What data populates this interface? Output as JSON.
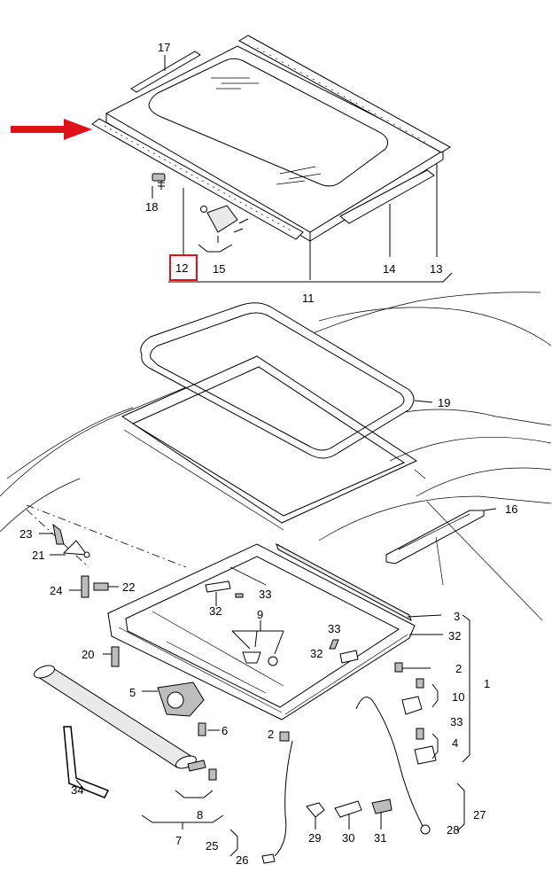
{
  "highlight_color": "#e0101a",
  "callouts": [
    {
      "id": "c17",
      "label": "17"
    },
    {
      "id": "c18",
      "label": "18"
    },
    {
      "id": "c12",
      "label": "12"
    },
    {
      "id": "c15",
      "label": "15"
    },
    {
      "id": "c11",
      "label": "11"
    },
    {
      "id": "c14",
      "label": "14"
    },
    {
      "id": "c13",
      "label": "13"
    },
    {
      "id": "c19",
      "label": "19"
    },
    {
      "id": "c16",
      "label": "16"
    },
    {
      "id": "c23",
      "label": "23"
    },
    {
      "id": "c21",
      "label": "21"
    },
    {
      "id": "c24",
      "label": "24"
    },
    {
      "id": "c22",
      "label": "22"
    },
    {
      "id": "c32a",
      "label": "32"
    },
    {
      "id": "c33a",
      "label": "33"
    },
    {
      "id": "c9",
      "label": "9"
    },
    {
      "id": "c33b",
      "label": "33"
    },
    {
      "id": "c32b",
      "label": "32"
    },
    {
      "id": "c3",
      "label": "3"
    },
    {
      "id": "c32c",
      "label": "32"
    },
    {
      "id": "c20",
      "label": "20"
    },
    {
      "id": "c2a",
      "label": "2"
    },
    {
      "id": "c10",
      "label": "10"
    },
    {
      "id": "c1",
      "label": "1"
    },
    {
      "id": "c5",
      "label": "5"
    },
    {
      "id": "c33c",
      "label": "33"
    },
    {
      "id": "c6",
      "label": "6"
    },
    {
      "id": "c2b",
      "label": "2"
    },
    {
      "id": "c4",
      "label": "4"
    },
    {
      "id": "c34",
      "label": "34"
    },
    {
      "id": "c8",
      "label": "8"
    },
    {
      "id": "c7",
      "label": "7"
    },
    {
      "id": "c27",
      "label": "27"
    },
    {
      "id": "c28",
      "label": "28"
    },
    {
      "id": "c29",
      "label": "29"
    },
    {
      "id": "c30",
      "label": "30"
    },
    {
      "id": "c31",
      "label": "31"
    },
    {
      "id": "c25",
      "label": "25"
    },
    {
      "id": "c26",
      "label": "26"
    }
  ]
}
